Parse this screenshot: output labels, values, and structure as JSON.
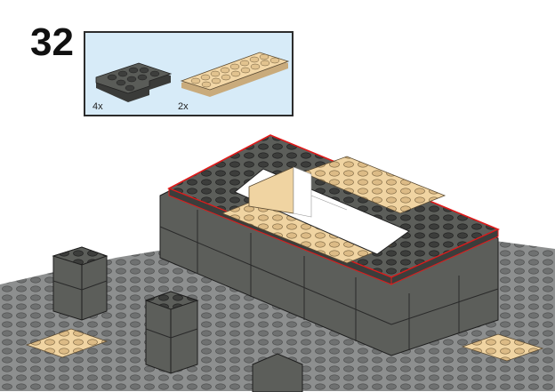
{
  "step": {
    "number": "32"
  },
  "parts_list": {
    "items": [
      {
        "name": "dark-gray-corner-plate",
        "quantity": "4x",
        "color": "#5a5c58"
      },
      {
        "name": "tan-plate-2x8",
        "quantity": "2x",
        "color": "#f3d7a6"
      }
    ],
    "background": "#d7ebf8"
  },
  "model": {
    "colors": {
      "baseplate": "#8d8f8f",
      "dark_gray": "#5c5e5a",
      "tan": "#f0d4a2",
      "highlight_outline": "#e01a1a"
    }
  }
}
